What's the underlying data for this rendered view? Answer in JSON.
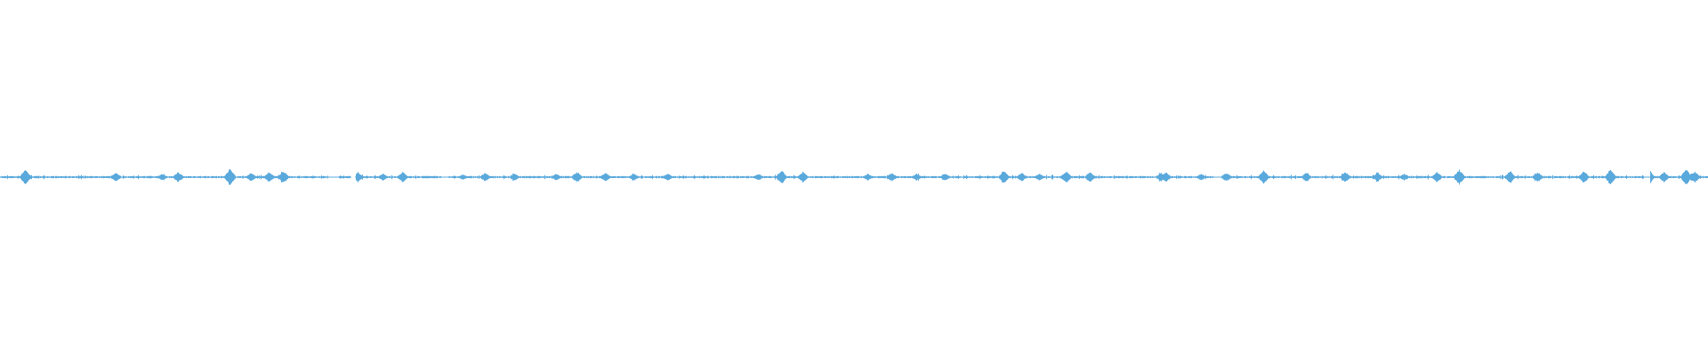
{
  "waveform": {
    "color": "#5aa9dc",
    "background": "#ffffff",
    "seed": 7,
    "burst_peaks": [
      0.9,
      0.5,
      0.4,
      0.6,
      1.0,
      0.5,
      0.6,
      0.7,
      0.6,
      0.4,
      0.6,
      0.3,
      0.5,
      0.4,
      0.4,
      0.6,
      0.5,
      0.4,
      0.4,
      0.4,
      0.8,
      0.6,
      0.4,
      0.5,
      0.4,
      0.4,
      0.7,
      0.5,
      0.4,
      0.7,
      0.6,
      0.5,
      0.6,
      0.4,
      0.5,
      0.8,
      0.5,
      0.6,
      0.5,
      0.4,
      0.6,
      0.9,
      0.7,
      0.6,
      0.7,
      0.9,
      1.0,
      0.6,
      0.5,
      0.6,
      0.9
    ],
    "gaps": [
      [
        0.192,
        0.198
      ],
      [
        0.205,
        0.208
      ],
      [
        0.258,
        0.262
      ],
      [
        0.71,
        0.715
      ],
      [
        0.962,
        0.966
      ]
    ]
  }
}
